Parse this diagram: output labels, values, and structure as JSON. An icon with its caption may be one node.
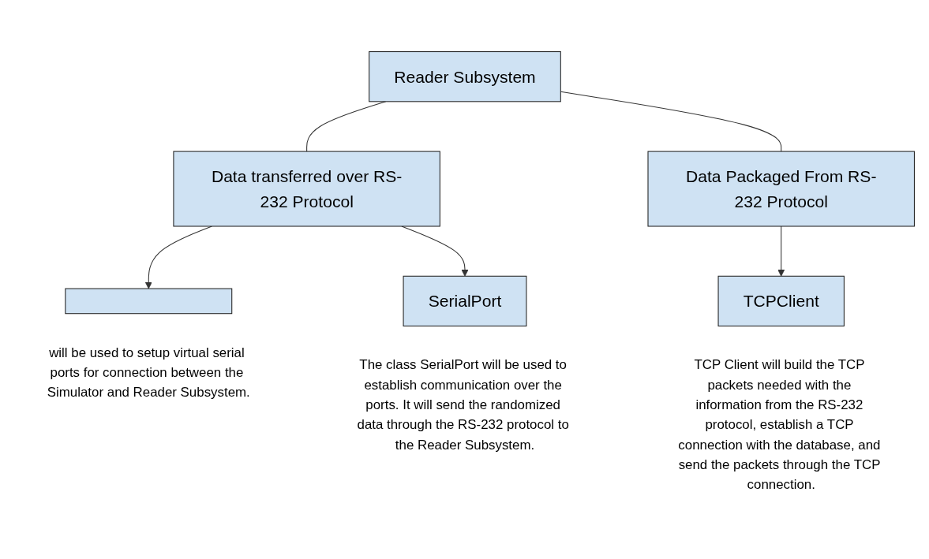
{
  "diagram": {
    "nodes": [
      {
        "text": [
          "Reader Subsystem"
        ]
      },
      {
        "text": [
          "Data transferred over RS-232 Protocol"
        ]
      },
      {
        "text": [
          "Data Packaged From RS-232 Protocol"
        ]
      },
      {
        "text": [],
        "shape": "box",
        "beside": [
          "will be used to setup virtual serial ports for connection between the Simulator and Reader Subsystem."
        ]
      },
      {
        "text": [
          "SerialPort"
        ],
        "beside": [
          "The class SerialPort will be used to establish communication over the ports. It will send the randomized data through the RS-232 protocol to the Reader Subsystem."
        ]
      },
      {
        "text": [
          "TCPClient"
        ],
        "beside": [
          "TCP Client will build the TCP packets needed with the information from the RS-232 protocol, establish a TCP connection with the database, and send the packets through the TCP connection."
        ]
      }
    ],
    "edges": [
      {
        "from": 0,
        "to": 1,
        "arrow": "none"
      },
      {
        "from": 0,
        "to": 2,
        "arrow": "none"
      },
      {
        "from": 1,
        "to": 3,
        "arrow": "to"
      },
      {
        "from": 1,
        "to": 4,
        "arrow": "to"
      },
      {
        "from": 2,
        "to": 5,
        "arrow": "to"
      }
    ]
  }
}
